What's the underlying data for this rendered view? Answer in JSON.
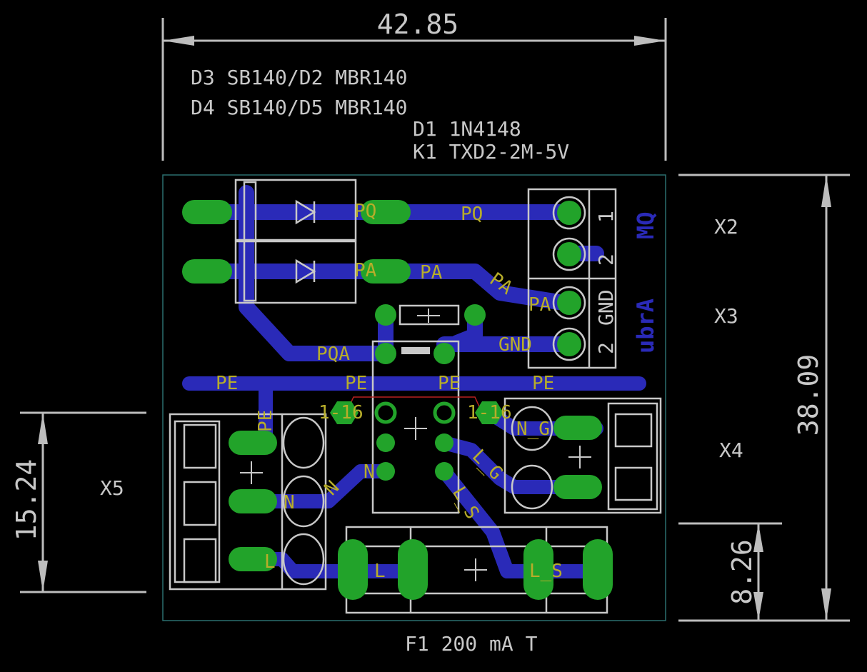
{
  "dimensions": {
    "width_top": "42.85",
    "height_right": "38.09",
    "height_left": "15.24",
    "height_right_small": "8.26"
  },
  "components": {
    "d3": "D3 SB140/D2 MBR140",
    "d4": "D4 SB140/D5 MBR140",
    "d1": "D1 1N4148",
    "k1": "K1 TXD2-2M-5V",
    "x2": "X2",
    "x3": "X3",
    "x4": "X4",
    "x5": "X5",
    "f1": "F1 200 mA T"
  },
  "nets": {
    "pq": "PQ",
    "pa": "PA",
    "pqa": "PQA",
    "gnd": "GND",
    "pe": "PE",
    "n": "N",
    "l": "L",
    "n_g": "N_G",
    "l_g": "L_G",
    "l_s": "L_S",
    "pin_1_16": "1-16",
    "pin1": "1",
    "pin2": "2"
  },
  "labels": {
    "mq": "MQ",
    "ubra": "ubrA"
  },
  "colors": {
    "background": "#000000",
    "top_copper": "#2a2ab8",
    "pad": "#22a32a",
    "silkscreen": "#c8c8c8",
    "net_text": "#b7ad2a",
    "outline": "#2b6f6f"
  }
}
